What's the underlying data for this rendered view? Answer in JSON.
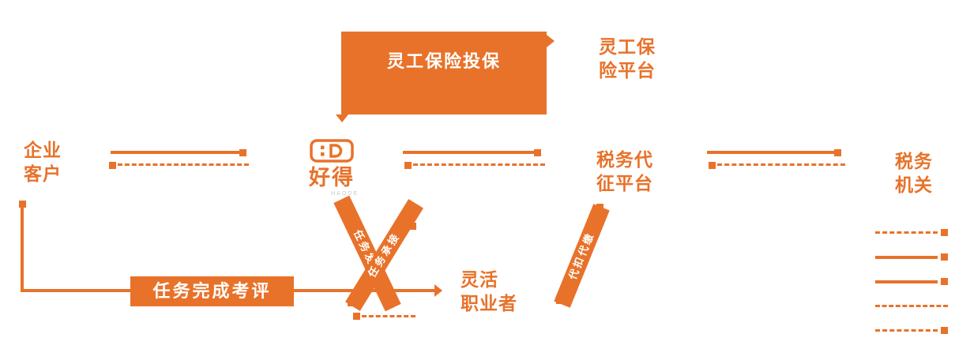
{
  "colors": {
    "accent": "#e8722a",
    "background": "#ffffff",
    "text_on_accent": "#ffffff"
  },
  "logo": {
    "wordmark": "好得",
    "subtext": "HAODE"
  },
  "nodes": {
    "enterprise_customer": {
      "lines": [
        "企业",
        "客户"
      ]
    },
    "insurance_platform": {
      "lines": [
        "灵工保",
        "险平台"
      ]
    },
    "tax_collection_platform": {
      "lines": [
        "税务代",
        "征平台"
      ]
    },
    "tax_authority": {
      "lines": [
        "税务",
        "机关"
      ]
    },
    "flexible_workers": {
      "lines": [
        "灵活",
        "职业者"
      ]
    }
  },
  "edges": {
    "insurance_service": "灵工保险投保",
    "task_evaluation": "任务完成考评",
    "task_publish": "任务发布",
    "task_accept": "任务承接",
    "tax_withholding": "代扣代缴"
  },
  "legend": {
    "rows": [
      {
        "style": "dashed",
        "square": true
      },
      {
        "style": "solid",
        "square": true
      },
      {
        "style": "solid",
        "square": true
      },
      {
        "style": "dashed",
        "square": false
      },
      {
        "style": "dashed",
        "square": true
      }
    ]
  }
}
